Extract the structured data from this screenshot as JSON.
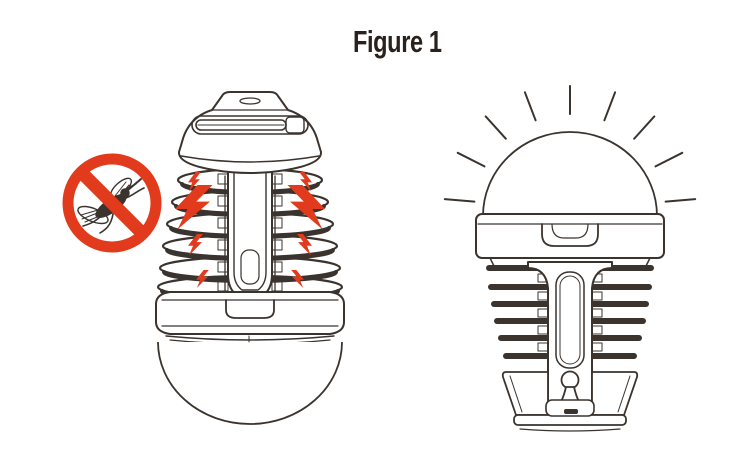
{
  "figure": {
    "title": "Figure 1"
  },
  "colors": {
    "line": "#3a332e",
    "accent_red": "#e23a1c",
    "background": "#ffffff"
  },
  "icons": {
    "prohibition": "no-mosquito-icon",
    "bolt": "lightning-bolt-icon",
    "rays": "light-rays-icon",
    "hanger": "keyhole-hanger-icon"
  },
  "illustration": {
    "left_view_ring_count": 6,
    "left_view_bolts_per_side": 4,
    "right_view_ray_count": 9,
    "right_view_fins_per_side": 6
  }
}
